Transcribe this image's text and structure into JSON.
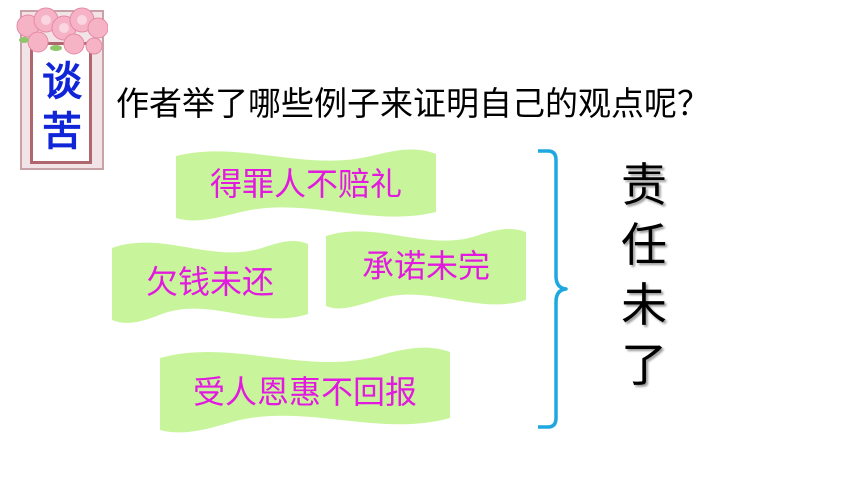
{
  "badge": {
    "chars": [
      "谈",
      "苦"
    ]
  },
  "question": "作者举了哪些例子来证明自己的观点呢？",
  "banners": [
    {
      "label": "得罪人不赔礼"
    },
    {
      "label": "欠钱未还"
    },
    {
      "label": "承诺未完"
    },
    {
      "label": "受人恩惠不回报"
    }
  ],
  "conclusion": {
    "chars": [
      "责",
      "任",
      "未",
      "了"
    ]
  },
  "colors": {
    "banner_fill": "#c8f59c",
    "banner_text": "#e21adf",
    "brace": "#1fa7e0",
    "badge_text": "#1024d8"
  }
}
